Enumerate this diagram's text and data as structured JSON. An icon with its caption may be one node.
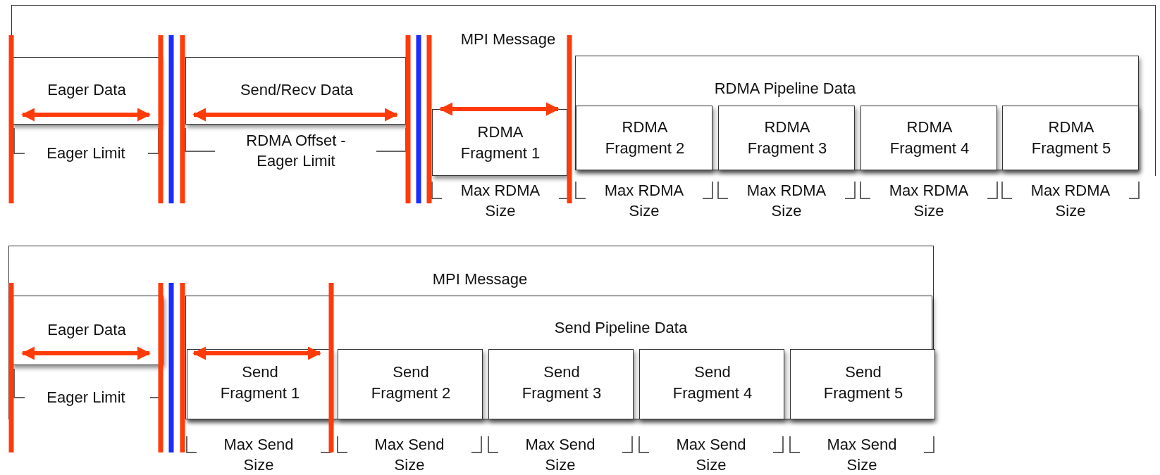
{
  "diagram": {
    "nodes": [
      {
        "text": [
          "MPI Message"
        ]
      },
      {
        "text": [
          "Eager Data"
        ],
        "in": 0
      },
      {
        "text": [
          "Send/Recv Data"
        ],
        "in": 0
      },
      {
        "text": [
          "RDMA Pipeline Data"
        ],
        "in": 0
      },
      {
        "text": [
          "RDMA Fragment 1"
        ],
        "in": 0
      },
      {
        "text": [
          "RDMA Fragment 2"
        ],
        "in": 3
      },
      {
        "text": [
          "RDMA Fragment 3"
        ],
        "in": 3
      },
      {
        "text": [
          "RDMA Fragment 4"
        ],
        "in": 3
      },
      {
        "text": [
          "RDMA Fragment 5"
        ],
        "in": 3
      },
      {
        "text": [
          "MPI Message"
        ]
      },
      {
        "text": [
          "Eager Data"
        ],
        "in": 9
      },
      {
        "text": [
          "Send Pipeline Data"
        ],
        "in": 9
      },
      {
        "text": [
          "Send Fragment 1"
        ],
        "in": 11
      },
      {
        "text": [
          "Send Fragment 2"
        ],
        "in": 11
      },
      {
        "text": [
          "Send Fragment 3"
        ],
        "in": 11
      },
      {
        "text": [
          "Send Fragment 4"
        ],
        "in": 11
      },
      {
        "text": [
          "Send Fragment 5"
        ],
        "in": 11
      }
    ],
    "labels": [
      "Eager Limit",
      "RDMA Offset - Eager Limit",
      "Max RDMA Size",
      "Max RDMA Size",
      "Max RDMA Size",
      "Max RDMA Size",
      "Max RDMA Size",
      "Eager Limit",
      "Max Send Size",
      "Max Send Size",
      "Max Send Size",
      "Max Send Size",
      "Max Send Size"
    ]
  }
}
